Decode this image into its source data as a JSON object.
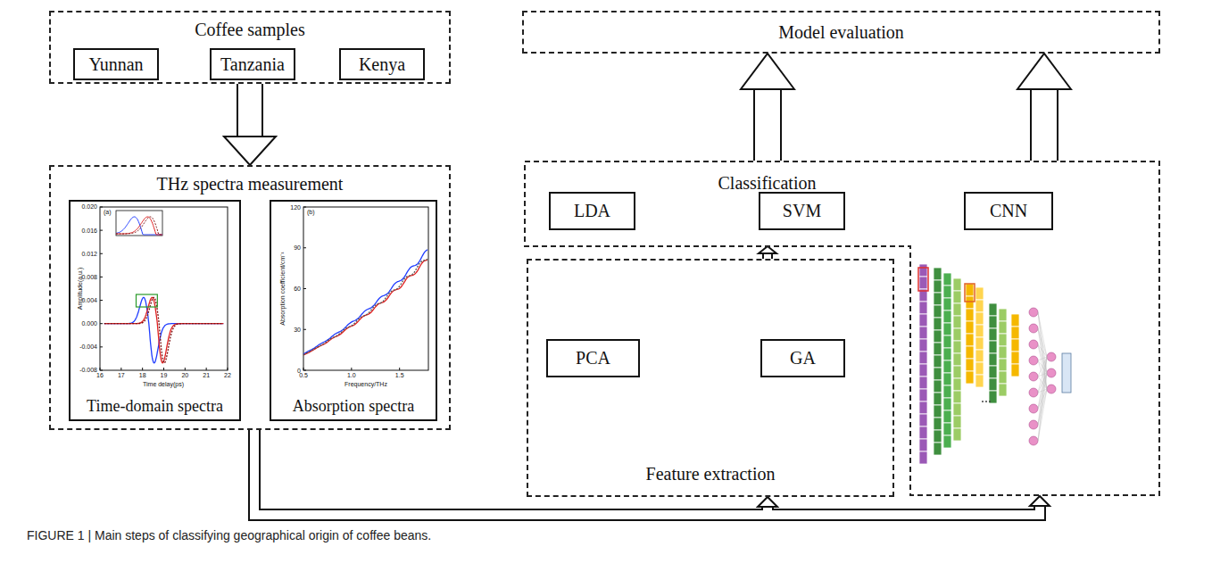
{
  "diagram": {
    "caption": "FIGURE 1 | Main steps of classifying geographical origin of coffee beans.",
    "nodes": [
      {
        "text": [
          "Coffee samples"
        ]
      },
      {
        "text": [
          "Yunnan"
        ],
        "in": 0
      },
      {
        "text": [
          "Tanzania"
        ],
        "in": 0
      },
      {
        "text": [
          "Kenya"
        ],
        "in": 0
      },
      {
        "text": [
          "Model evaluation"
        ]
      },
      {
        "text": [
          "THz spectra measurement"
        ]
      },
      {
        "text": [
          "Time-domain spectra"
        ],
        "in": 5
      },
      {
        "text": [
          "Absorption spectra"
        ],
        "in": 5
      },
      {
        "text": [
          "Classification"
        ]
      },
      {
        "text": [
          "LDA"
        ],
        "in": 8
      },
      {
        "text": [
          "SVM"
        ],
        "in": 8
      },
      {
        "text": [
          "CNN"
        ],
        "in": 8
      },
      {
        "text": [
          "Feature extraction"
        ]
      },
      {
        "text": [
          "PCA"
        ],
        "in": 12
      },
      {
        "text": [
          "GA"
        ],
        "in": 12
      }
    ],
    "edges": [
      {
        "from": 0,
        "to": 5,
        "arrow": "to"
      },
      {
        "from": 8,
        "to": 4,
        "arrow": "to"
      },
      {
        "from": 8,
        "to": 4,
        "arrow": "to"
      },
      {
        "from": 12,
        "to": 8,
        "arrow": "to"
      },
      {
        "from": 5,
        "to": 12,
        "arrow": "to"
      },
      {
        "from": 5,
        "to": 8,
        "arrow": "to"
      }
    ],
    "labels": [
      "(a)",
      "0.020",
      "0.016",
      "0.012",
      "0.008",
      "0.004",
      "0.000",
      "-0.004",
      "-0.008",
      "Amplitude(a.u.)",
      "16",
      "17",
      "18",
      "19",
      "20",
      "21",
      "22",
      "Time delay(ps)",
      "(b)",
      "0",
      "30",
      "60",
      "90",
      "120",
      "Absorption coefficient/cm⁻¹",
      "0.5",
      "1.0",
      "1.5",
      "Frequency/THz"
    ]
  }
}
